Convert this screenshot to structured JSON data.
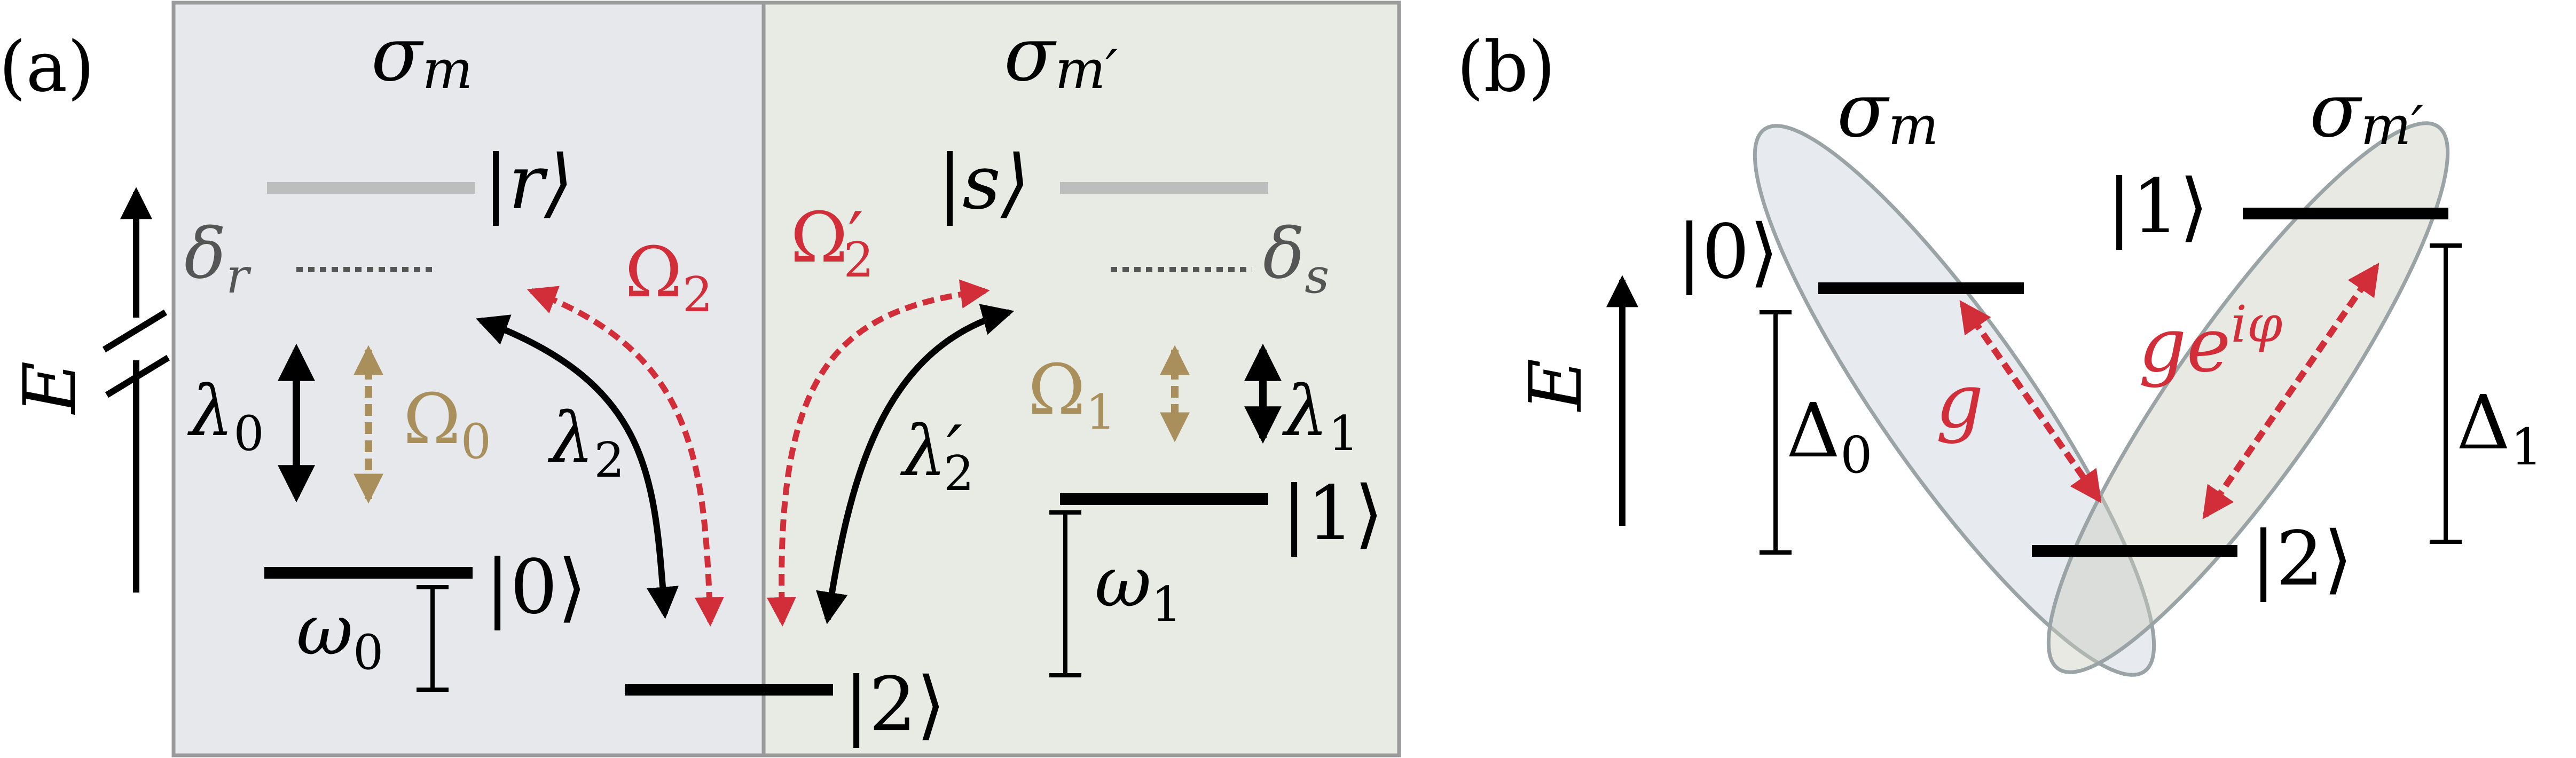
{
  "panel_a": {
    "label": "(a)",
    "axis_label": "E",
    "sigma_left": "σ",
    "sigma_left_sub": "m",
    "sigma_right": "σ",
    "sigma_right_sub": "m′",
    "ket_r": "|r⟩",
    "ket_s": "|s⟩",
    "ket_0": "|0⟩",
    "ket_1": "|1⟩",
    "ket_2": "|2⟩",
    "delta_r": "δ",
    "delta_r_sub": "r",
    "delta_s": "δ",
    "delta_s_sub": "s",
    "lambda_0": "λ",
    "lambda_0_sub": "0",
    "lambda_1": "λ",
    "lambda_1_sub": "1",
    "lambda_2": "λ",
    "lambda_2_sub": "2",
    "lambda_2p": "λ′",
    "lambda_2p_sub": "2",
    "omega_0": "Ω",
    "omega_0_sub": "0",
    "omega_1": "Ω",
    "omega_1_sub": "1",
    "omega_2": "Ω",
    "omega_2_sub": "2",
    "omega_2p": "Ω′",
    "omega_2p_sub": "2",
    "w_0": "ω",
    "w_0_sub": "0",
    "w_1": "ω",
    "w_1_sub": "1"
  },
  "panel_b": {
    "label": "(b)",
    "axis_label": "E",
    "sigma_left": "σ",
    "sigma_left_sub": "m",
    "sigma_right": "σ",
    "sigma_right_sub": "m′",
    "ket_0": "|0⟩",
    "ket_1": "|1⟩",
    "ket_2": "|2⟩",
    "Delta_0": "Δ",
    "Delta_0_sub": "0",
    "Delta_1": "Δ",
    "Delta_1_sub": "1",
    "g": "g",
    "g_phase": "ge",
    "g_phase_sup": "iφ"
  },
  "colors": {
    "red": "#d22e3a",
    "gold": "#a98f5c",
    "black": "#000000",
    "gray_level": "#bdbdbd",
    "gray_text": "#555555",
    "left_bg": "#e7e8ec",
    "right_bg": "#e8ebe4",
    "box_border": "#9a9a9a"
  },
  "icons": {
    "arrow_head": "triangle-arrowhead"
  }
}
